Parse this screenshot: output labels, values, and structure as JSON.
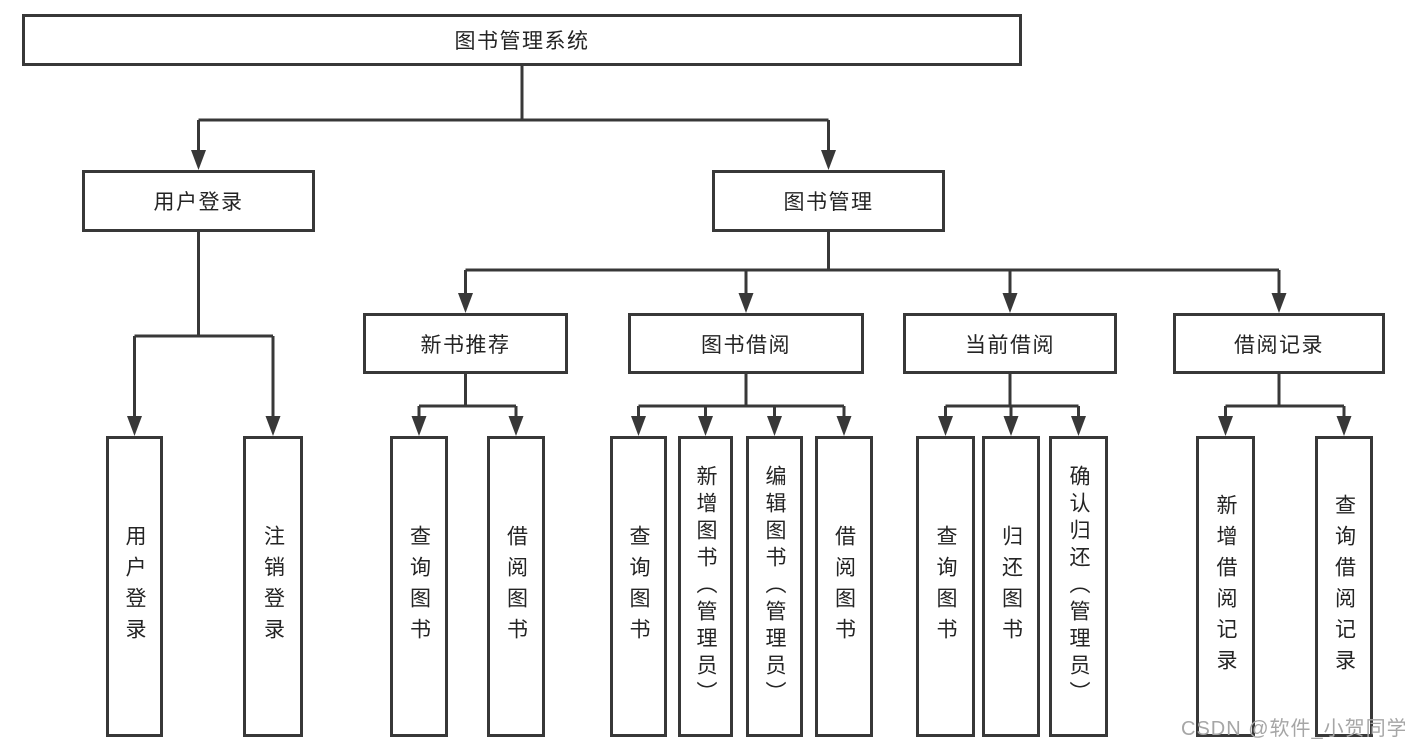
{
  "diagram": {
    "root": {
      "label": "图书管理系统"
    },
    "branches": [
      {
        "label": "用户登录",
        "children": [
          {
            "label": "用户登录"
          },
          {
            "label": "注销登录"
          }
        ]
      },
      {
        "label": "图书管理",
        "children": [
          {
            "label": "新书推荐",
            "children": [
              {
                "label": "查询图书"
              },
              {
                "label": "借阅图书"
              }
            ]
          },
          {
            "label": "图书借阅",
            "children": [
              {
                "label": "查询图书"
              },
              {
                "label": "新增图书（管理员）"
              },
              {
                "label": "编辑图书（管理员）"
              },
              {
                "label": "借阅图书"
              }
            ]
          },
          {
            "label": "当前借阅",
            "children": [
              {
                "label": "查询图书"
              },
              {
                "label": "归还图书"
              },
              {
                "label": "确认归还（管理员）"
              }
            ]
          },
          {
            "label": "借阅记录",
            "children": [
              {
                "label": "新增借阅记录"
              },
              {
                "label": "查询借阅记录"
              }
            ]
          }
        ]
      }
    ]
  },
  "watermark": {
    "text": "CSDN @软件_小贺同学"
  },
  "colors": {
    "line": "#383838",
    "text": "#242424",
    "background": "#ffffff",
    "watermark": "#a6a6a6"
  }
}
